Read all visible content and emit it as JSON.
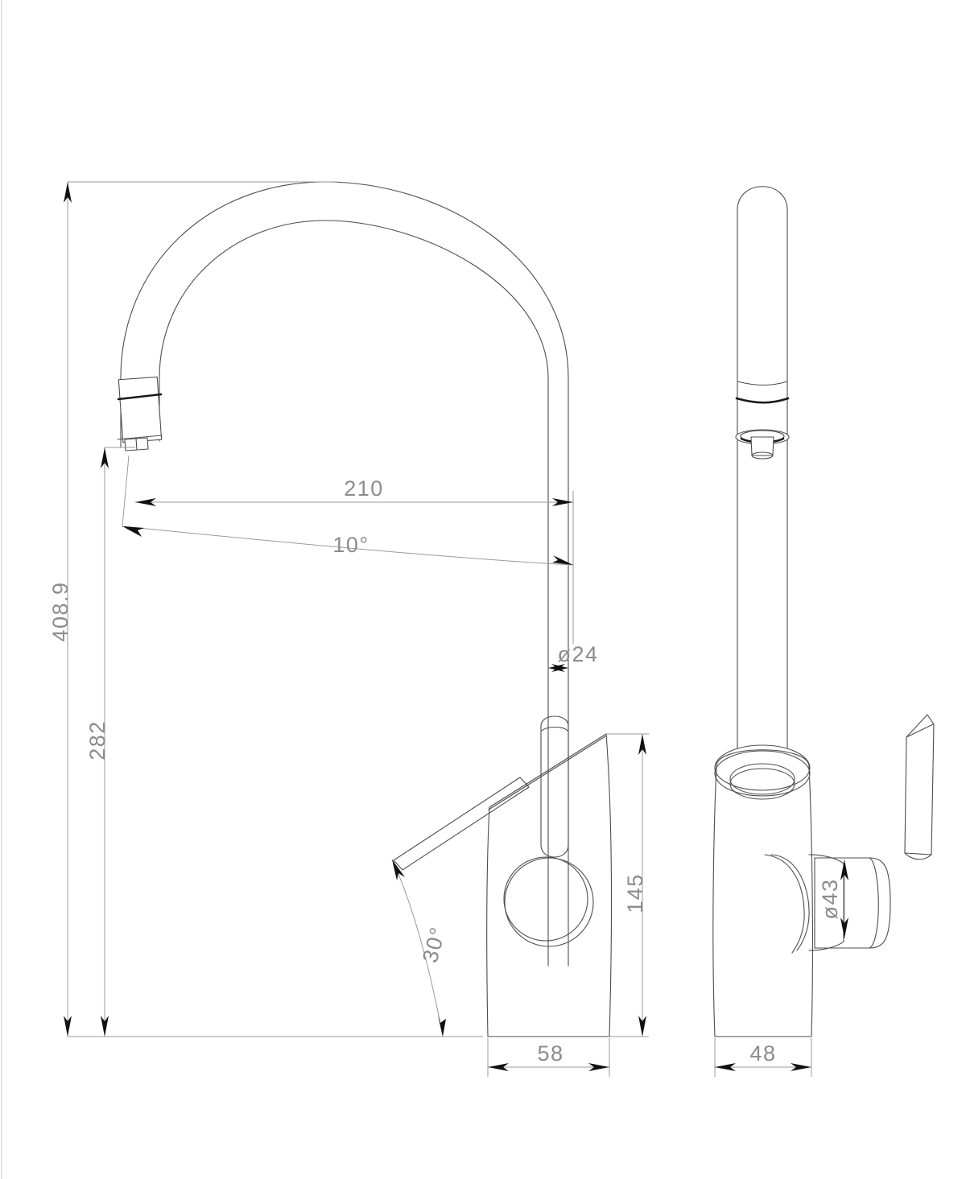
{
  "document": {
    "type": "technical-drawing",
    "subject": "kitchen-mixer-tap",
    "background_color": "#ffffff",
    "line_color": "#4d4d4d",
    "dimension_color": "#9a9a9a",
    "dimension_text_color": "#8c8c8c"
  },
  "views": {
    "front": {
      "name": "front-elevation-view",
      "label": ""
    },
    "side": {
      "name": "side-elevation-view",
      "label": ""
    }
  },
  "dimensions": {
    "overall_height": "408.9",
    "spout_height": "282",
    "spout_reach": "210",
    "spout_angle": "10°",
    "spout_tube_diameter": "ø24",
    "handle_height": "145",
    "handle_swing_angle": "30°",
    "base_width_front": "58",
    "base_width_side": "48",
    "body_diameter": "ø43"
  },
  "dimension_list": [
    {
      "id": "overall-height",
      "value": "408.9",
      "orientation": "vertical",
      "view": "front"
    },
    {
      "id": "spout-height",
      "value": "282",
      "orientation": "vertical",
      "view": "front"
    },
    {
      "id": "spout-reach",
      "value": "210",
      "orientation": "horizontal",
      "view": "front"
    },
    {
      "id": "spout-angle",
      "value": "10°",
      "orientation": "angular",
      "view": "front"
    },
    {
      "id": "spout-tube-diameter",
      "value": "ø24",
      "orientation": "horizontal",
      "view": "front"
    },
    {
      "id": "handle-height",
      "value": "145",
      "orientation": "vertical",
      "view": "front"
    },
    {
      "id": "handle-swing-angle",
      "value": "30°",
      "orientation": "angular",
      "view": "front"
    },
    {
      "id": "base-width-front",
      "value": "58",
      "orientation": "horizontal",
      "view": "front"
    },
    {
      "id": "body-diameter",
      "value": "ø43",
      "orientation": "vertical",
      "view": "side"
    },
    {
      "id": "base-width-side",
      "value": "48",
      "orientation": "horizontal",
      "view": "side"
    }
  ]
}
